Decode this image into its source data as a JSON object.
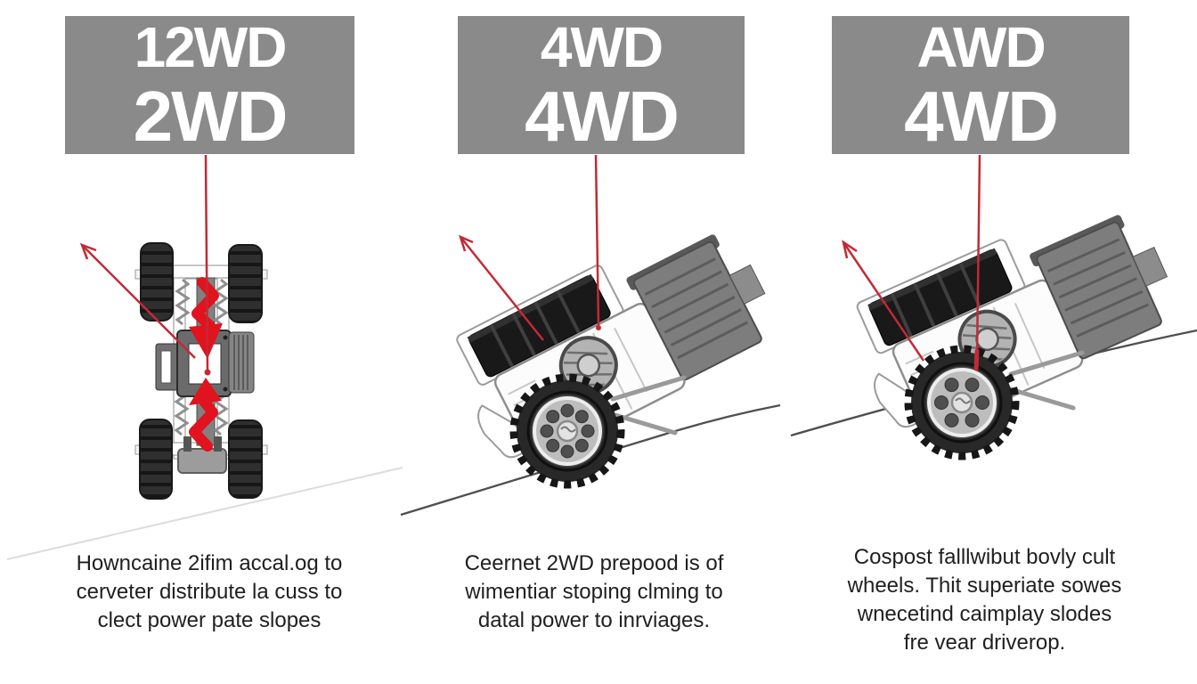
{
  "title": "2WD vs 4WD vs AWD drivetrain infographic",
  "colors": {
    "background": "#ffffff",
    "header_box": "#8a8a8a",
    "header_text": "#ffffff",
    "accent_red_thick_arrows": "#e0131e",
    "accent_red_thin_lines": "#c22a35",
    "slope_line_dark": "#4f4f4f",
    "slope_line_light": "#dcdcdc",
    "caption_text": "#1f1f1f",
    "tire_black": "#2f2f2f",
    "chassis_gray": "#6b6b6b"
  },
  "panels": [
    {
      "id": "2wd",
      "header": {
        "line1": "12WD",
        "line2": "2WD"
      },
      "illustration": "chassis-top-view-with-torque-arrows",
      "caption": {
        "line1": "Howncaine 2ifim accal.og to",
        "line2": "cerveter distribute la cuss to",
        "line3": "clect power pate slopes"
      }
    },
    {
      "id": "4wd",
      "header": {
        "line1": "4WD",
        "line2": "4WD"
      },
      "illustration": "vehicle-climbing-slope",
      "caption": {
        "line1": "Ceernet 2WD prepood is of",
        "line2": "wimentiar stoping clming to",
        "line3": "datal power to inrviages."
      }
    },
    {
      "id": "awd",
      "header": {
        "line1": "AWD",
        "line2": "4WD"
      },
      "illustration": "vehicle-climbing-steep-slope",
      "caption": {
        "line1": "Cospost falllwibut bovly cult",
        "line2": "wheels. Thit superiate sowes",
        "line3": "wnecetind caimplay slodes",
        "line4": "fre vear driverop."
      }
    }
  ],
  "icons": {
    "thick_red_arrow": "torque-flow-arrow",
    "thin_red_arrow": "direction-arrow-up-left",
    "red_pointer": "callout-pointer-line",
    "ground": "slope-ground-line"
  }
}
